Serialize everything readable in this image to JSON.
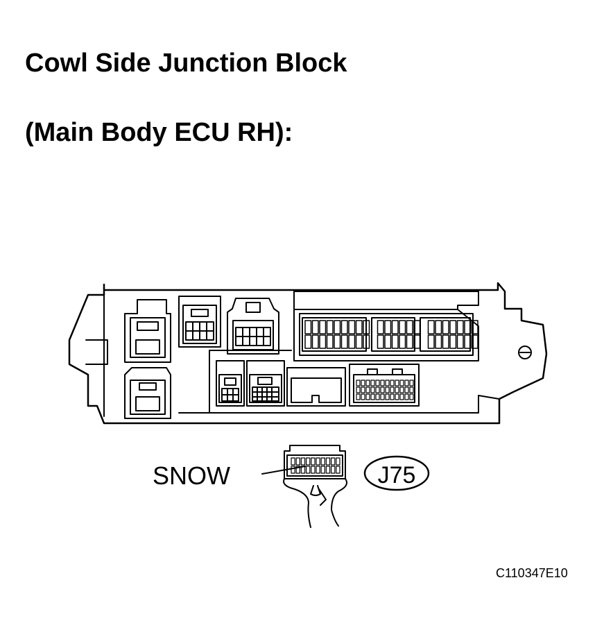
{
  "title_line1": "Cowl Side Junction Block",
  "title_line2": "(Main Body ECU RH):",
  "connector_label": "SNOW",
  "connector_id": "J75",
  "figure_code": "C110347E10",
  "colors": {
    "stroke": "#000000",
    "background": "#ffffff"
  }
}
